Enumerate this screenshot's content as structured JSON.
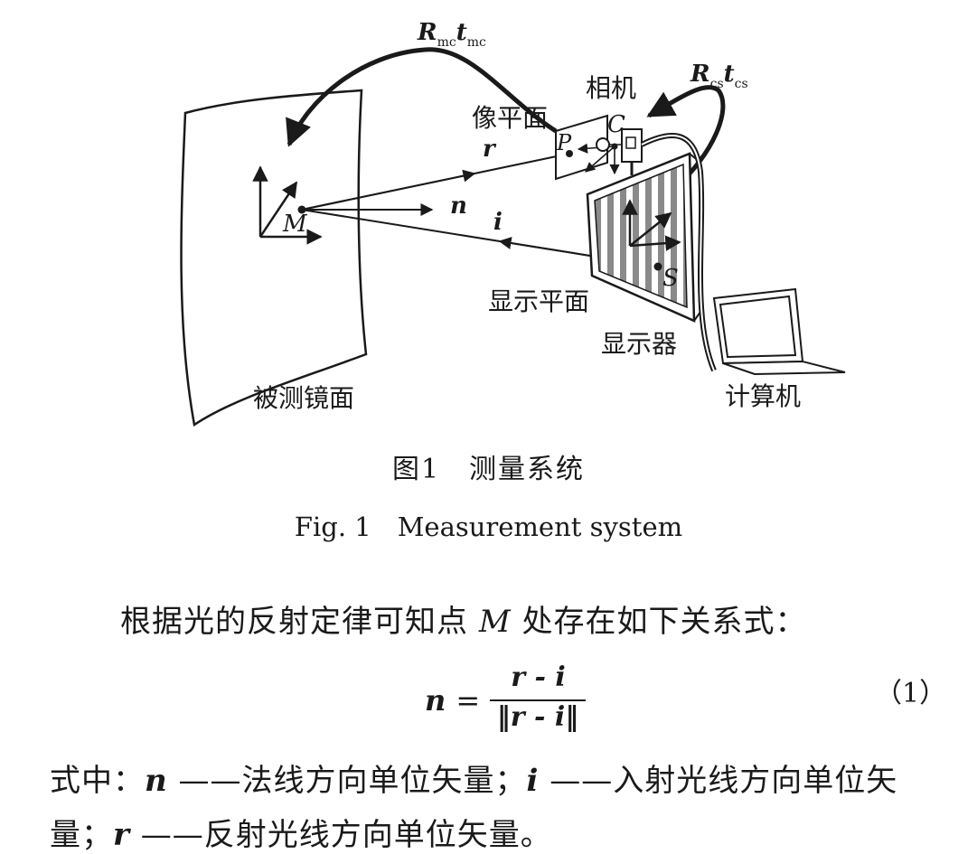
{
  "figure": {
    "labels": {
      "mirror": "被测镜面",
      "image_plane": "像平面",
      "camera": "相机",
      "display_plane": "显示平面",
      "display": "显示器",
      "computer": "计算机"
    },
    "points": {
      "M": "M",
      "P": "P",
      "C": "C",
      "S": "S"
    },
    "vectors": {
      "r": "r",
      "n": "n",
      "i": "i"
    },
    "transforms": {
      "mc": {
        "R": "R",
        "R_sub": "mc",
        "t": "t",
        "t_sub": "mc"
      },
      "cs": {
        "R": "R",
        "R_sub": "cs",
        "t": "t",
        "t_sub": "cs"
      }
    }
  },
  "caption": {
    "cn": "图1　测量系统",
    "en": "Fig. 1　Measurement system"
  },
  "body": {
    "para1_prefix": "根据光的反射定律可知点",
    "para1_var": "M",
    "para1_suffix": "处存在如下关系式：",
    "equation": {
      "lhs": "n",
      "eq": "=",
      "numerator": "r - i",
      "denominator": "‖r - i‖",
      "number": "（1）"
    },
    "where_prefix": "式中：",
    "n_sym": "n",
    "n_def": "——法线方向单位矢量；",
    "i_sym": "i",
    "i_def": "——入射光线方向单位矢",
    "i_def_cont": "量；",
    "r_sym": "r",
    "r_def": "——反射光线方向单位矢量。"
  }
}
